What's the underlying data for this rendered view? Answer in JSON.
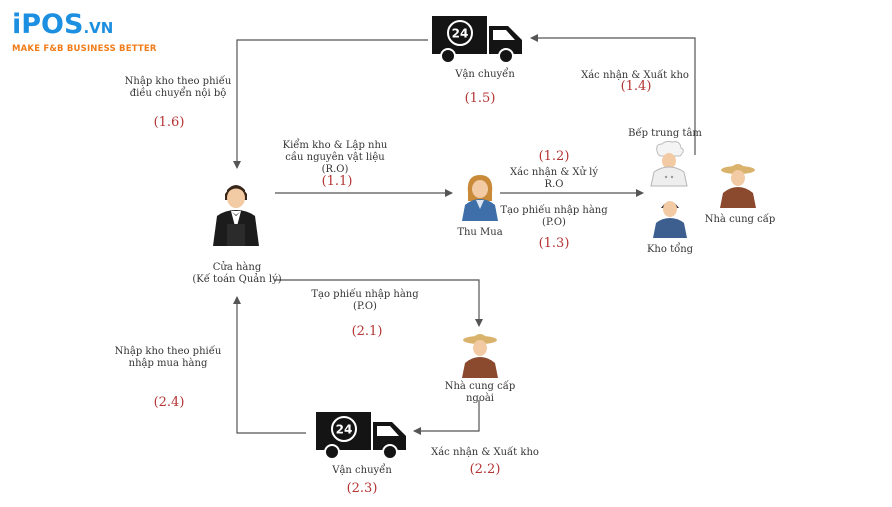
{
  "logo": {
    "brand": "iPOS",
    "domain": ".VN",
    "tagline": "MAKE F&B BUSINESS BETTER"
  },
  "nodes": {
    "store_title": "Cửa hàng",
    "store_subtitle": "(Kế toán Quản lý)",
    "purchasing": "Thu Mua",
    "central_kitchen": "Bếp trung tâm",
    "general_warehouse": "Kho tổng",
    "supplier": "Nhà cung cấp",
    "external_supplier_line1": "Nhà cung cấp",
    "external_supplier_line2": "ngoài",
    "transport_top": "Vận chuyển",
    "transport_bottom": "Vận chuyển"
  },
  "steps": {
    "s1_1": {
      "line1": "Kiểm kho & Lập nhu",
      "line2": "cầu nguyên vật liệu",
      "line3": "(R.O)",
      "number": "(1.1)"
    },
    "s1_2": {
      "number": "(1.2)",
      "line1": "Xác nhận & Xử lý",
      "line2": "R.O"
    },
    "s1_3": {
      "line1": "Tạo phiếu nhập hàng",
      "line2": "(P.O)",
      "number": "(1.3)"
    },
    "s1_4": {
      "line1": "Xác nhận & Xuất kho",
      "number": "(1.4)"
    },
    "s1_5": {
      "number": "(1.5)"
    },
    "s1_6": {
      "line1": "Nhập kho theo phiếu",
      "line2": "điều chuyển nội bộ",
      "number": "(1.6)"
    },
    "s2_1": {
      "line1": "Tạo phiếu nhập hàng",
      "line2": "(P.O)",
      "number": "(2.1)"
    },
    "s2_2": {
      "line1": "Xác nhận & Xuất kho",
      "number": "(2.2)"
    },
    "s2_3": {
      "number": "(2.3)"
    },
    "s2_4": {
      "line1": "Nhập kho theo phiếu",
      "line2": "nhập mua hàng",
      "number": "(2.4)"
    }
  },
  "truck_badge": "24",
  "colors": {
    "arrow": "#555555",
    "step_number": "#b53434",
    "text": "#333333",
    "logo_blue": "#1d8fe0",
    "logo_orange": "#f07d1a",
    "truck": "#141414"
  }
}
